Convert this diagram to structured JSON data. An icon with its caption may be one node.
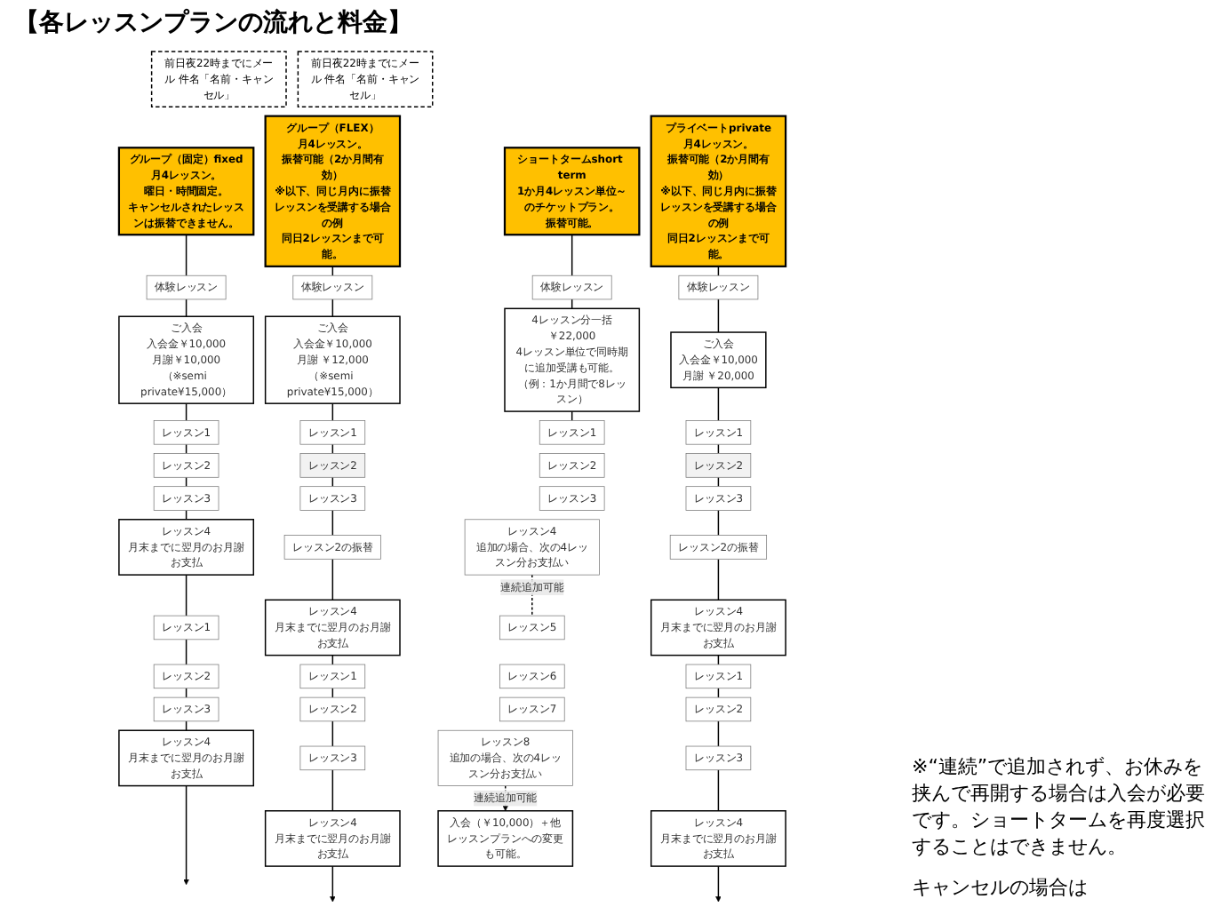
{
  "diagram": {
    "title": "【各レッスンプランの流れと料金】",
    "nodes": [
      {
        "text": [
          "グループ（固定）fixed",
          "月4レッスン。",
          "曜日・時間固定。",
          "キャンセルされたレッスンは振替できません。"
        ]
      },
      {
        "text": [
          "体験レッスン"
        ]
      },
      {
        "text": [
          "ご入会",
          "入会金￥10,000",
          "月謝￥10,000",
          "（※semi private¥15,000）"
        ]
      },
      {
        "text": [
          "レッスン1"
        ]
      },
      {
        "text": [
          "レッスン2"
        ]
      },
      {
        "text": [
          "レッスン3"
        ]
      },
      {
        "text": [
          "レッスン4",
          "月末までに翌月のお月謝お支払"
        ]
      },
      {
        "text": [
          "レッスン1"
        ]
      },
      {
        "text": [
          "レッスン2"
        ]
      },
      {
        "text": [
          "レッスン3"
        ]
      },
      {
        "text": [
          "レッスン4",
          "月末までに翌月のお月謝お支払"
        ]
      },
      {
        "text": [
          "グループ（FLEX）",
          "月4レッスン。",
          "振替可能（2か月間有効）",
          "※以下、同じ月内に振替レッスンを受講する場合の例",
          "同日2レッスンまで可能。"
        ]
      },
      {
        "text": [
          "体験レッスン"
        ]
      },
      {
        "text": [
          "ご入会",
          "入会金￥10,000",
          "月謝 ￥12,000",
          "（※semi private¥15,000）"
        ]
      },
      {
        "text": [
          "レッスン1"
        ]
      },
      {
        "text": [
          "レッスン2"
        ]
      },
      {
        "text": [
          "レッスン3"
        ]
      },
      {
        "text": [
          "レッスン2の振替"
        ]
      },
      {
        "text": [
          "レッスン4",
          "月末までに翌月のお月謝お支払"
        ]
      },
      {
        "text": [
          "レッスン1"
        ]
      },
      {
        "text": [
          "レッスン2"
        ]
      },
      {
        "text": [
          "レッスン3"
        ]
      },
      {
        "text": [
          "レッスン4",
          "月末までに翌月のお月謝お支払"
        ]
      },
      {
        "text": [
          "前日夜22時までにメール 件名「名前・キャンセル」"
        ]
      },
      {
        "text": [
          "プライベートprivate",
          "月4レッスン。",
          "振替可能（2か月間有効）",
          "※以下、同じ月内に振替レッスンを受講する場合の例",
          "同日2レッスンまで可能。"
        ]
      },
      {
        "text": [
          "体験レッスン"
        ]
      },
      {
        "text": [
          "ご入会",
          "入会金￥10,000",
          "月謝 ￥20,000"
        ]
      },
      {
        "text": [
          "レッスン1"
        ]
      },
      {
        "text": [
          "レッスン2"
        ]
      },
      {
        "text": [
          "レッスン3"
        ]
      },
      {
        "text": [
          "レッスン2の振替"
        ]
      },
      {
        "text": [
          "レッスン4",
          "月末までに翌月のお月謝お支払"
        ]
      },
      {
        "text": [
          "レッスン1"
        ]
      },
      {
        "text": [
          "レッスン2"
        ]
      },
      {
        "text": [
          "レッスン3"
        ]
      },
      {
        "text": [
          "レッスン4",
          "月末までに翌月のお月謝お支払"
        ]
      },
      {
        "text": [
          "ショートタームshort term",
          "1か月4レッスン単位～のチケットプラン。",
          "振替可能。"
        ]
      },
      {
        "text": [
          "体験レッスン"
        ]
      },
      {
        "text": [
          "4レッスン分一括",
          "￥22,000",
          "4レッスン単位で同時期に追加受講も可能。（例：1か月間で8レッスン）"
        ]
      },
      {
        "text": [
          "レッスン1"
        ]
      },
      {
        "text": [
          "レッスン2"
        ]
      },
      {
        "text": [
          "レッスン3"
        ]
      },
      {
        "text": [
          "レッスン4",
          "追加の場合、次の4レッスン分お支払い"
        ]
      },
      {
        "text": [
          "レッスン5"
        ]
      },
      {
        "text": [
          "レッスン6"
        ]
      },
      {
        "text": [
          "レッスン7"
        ]
      },
      {
        "text": [
          "レッスン8",
          "追加の場合、次の4レッスン分お支払い"
        ]
      },
      {
        "text": [
          "入会（￥10,000）＋他レッスンプランへの変更も可能。"
        ]
      },
      {
        "text": [
          "前日夜22時までにメール 件名「名前・キャンセル」"
        ]
      }
    ],
    "edges": [
      {
        "from": 0,
        "to": 1,
        "arrow": "none"
      },
      {
        "from": 1,
        "to": 2,
        "arrow": "none"
      },
      {
        "from": 2,
        "to": 3,
        "arrow": "none"
      },
      {
        "from": 3,
        "to": 4,
        "arrow": "none"
      },
      {
        "from": 4,
        "to": 5,
        "arrow": "none"
      },
      {
        "from": 5,
        "to": 6,
        "arrow": "none"
      },
      {
        "from": 6,
        "to": 7,
        "arrow": "none"
      },
      {
        "from": 7,
        "to": 8,
        "arrow": "none"
      },
      {
        "from": 8,
        "to": 9,
        "arrow": "none"
      },
      {
        "from": 9,
        "to": 10,
        "arrow": "none"
      },
      {
        "from": 10,
        "to": null,
        "arrow": "to"
      },
      {
        "from": 11,
        "to": 12,
        "arrow": "none"
      },
      {
        "from": 12,
        "to": 13,
        "arrow": "none"
      },
      {
        "from": 13,
        "to": 14,
        "arrow": "none"
      },
      {
        "from": 14,
        "to": 15,
        "arrow": "none"
      },
      {
        "from": 15,
        "to": 16,
        "arrow": "none"
      },
      {
        "from": 16,
        "to": 17,
        "arrow": "none"
      },
      {
        "from": 17,
        "to": 18,
        "arrow": "none"
      },
      {
        "from": 18,
        "to": 19,
        "arrow": "none"
      },
      {
        "from": 19,
        "to": 20,
        "arrow": "none"
      },
      {
        "from": 20,
        "to": 21,
        "arrow": "none"
      },
      {
        "from": 21,
        "to": 22,
        "arrow": "none"
      },
      {
        "from": 22,
        "to": null,
        "arrow": "to"
      },
      {
        "from": 24,
        "to": 25,
        "arrow": "none"
      },
      {
        "from": 25,
        "to": 26,
        "arrow": "none"
      },
      {
        "from": 26,
        "to": 27,
        "arrow": "none"
      },
      {
        "from": 27,
        "to": 28,
        "arrow": "none"
      },
      {
        "from": 28,
        "to": 29,
        "arrow": "none"
      },
      {
        "from": 29,
        "to": 30,
        "arrow": "none"
      },
      {
        "from": 30,
        "to": 31,
        "arrow": "none"
      },
      {
        "from": 31,
        "to": 32,
        "arrow": "none"
      },
      {
        "from": 32,
        "to": 33,
        "arrow": "none"
      },
      {
        "from": 33,
        "to": 34,
        "arrow": "none"
      },
      {
        "from": 34,
        "to": 35,
        "arrow": "none"
      },
      {
        "from": 35,
        "to": null,
        "arrow": "to"
      },
      {
        "from": 36,
        "to": 37,
        "arrow": "none"
      },
      {
        "from": 37,
        "to": 38,
        "arrow": "none"
      },
      {
        "from": 38,
        "to": 39,
        "arrow": "none"
      },
      {
        "from": 42,
        "to": 43,
        "arrow": "none",
        "style": "dashed",
        "label": "連続追加可能"
      },
      {
        "from": 46,
        "to": 47,
        "arrow": "to",
        "style": "dashed",
        "label": "連続追加可能"
      }
    ],
    "labels": [
      "※“連続”で追加されず、お休みを挟んで再開する場合は入会が必要です。ショートタームを再度選択することはできません。",
      "キャンセルの場合は"
    ]
  }
}
